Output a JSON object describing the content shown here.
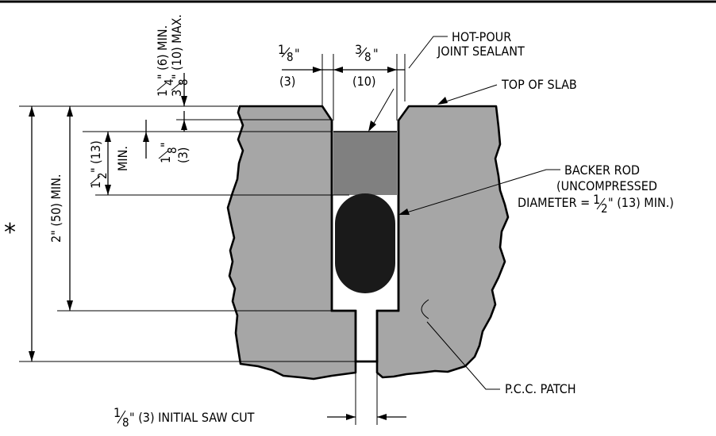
{
  "labels": {
    "hot_pour_1": "HOT-POUR",
    "hot_pour_2": "JOINT SEALANT",
    "top_of_slab": "TOP OF SLAB",
    "backer_rod_1": "BACKER ROD",
    "backer_rod_2": "(UNCOMPRESSED",
    "backer_rod_3a": "DIAMETER = ",
    "backer_rod_3b": "1",
    "backer_rod_3c": "2",
    "backer_rod_3d": "\" (13) MIN.)",
    "pcc_patch": "P.C.C. PATCH",
    "saw_cut_a": "1",
    "saw_cut_b": "8",
    "saw_cut_c": "\" (3) INITIAL SAW CUT",
    "asterisk": "*"
  },
  "dimensions": {
    "left_gap_in_num": "1",
    "left_gap_in_den": "8",
    "left_gap_in_unit": "\"",
    "left_gap_mm": "(3)",
    "joint_width_in_num": "3",
    "joint_width_in_den": "8",
    "joint_width_in_unit": "\"",
    "joint_width_mm": "(10)",
    "recess_min_a": "1",
    "recess_min_b": "4",
    "recess_min_c": "\" (6) MIN.",
    "recess_max_a": "3",
    "recess_max_b": "8",
    "recess_max_c": "\" (10) MAX.",
    "rod_gap_in_num": "1",
    "rod_gap_in_den": "8",
    "rod_gap_in_unit": "\"",
    "rod_gap_mm": "(3)",
    "sealant_depth_a": "1",
    "sealant_depth_b": "2",
    "sealant_depth_c": "\" (13)",
    "sealant_depth_min": "MIN.",
    "depth_min": "2\" (50) MIN."
  },
  "colors": {
    "slab": "#a6a6a6",
    "sealant": "#808080",
    "backer_rod": "#1a1a1a",
    "line": "#000000"
  }
}
